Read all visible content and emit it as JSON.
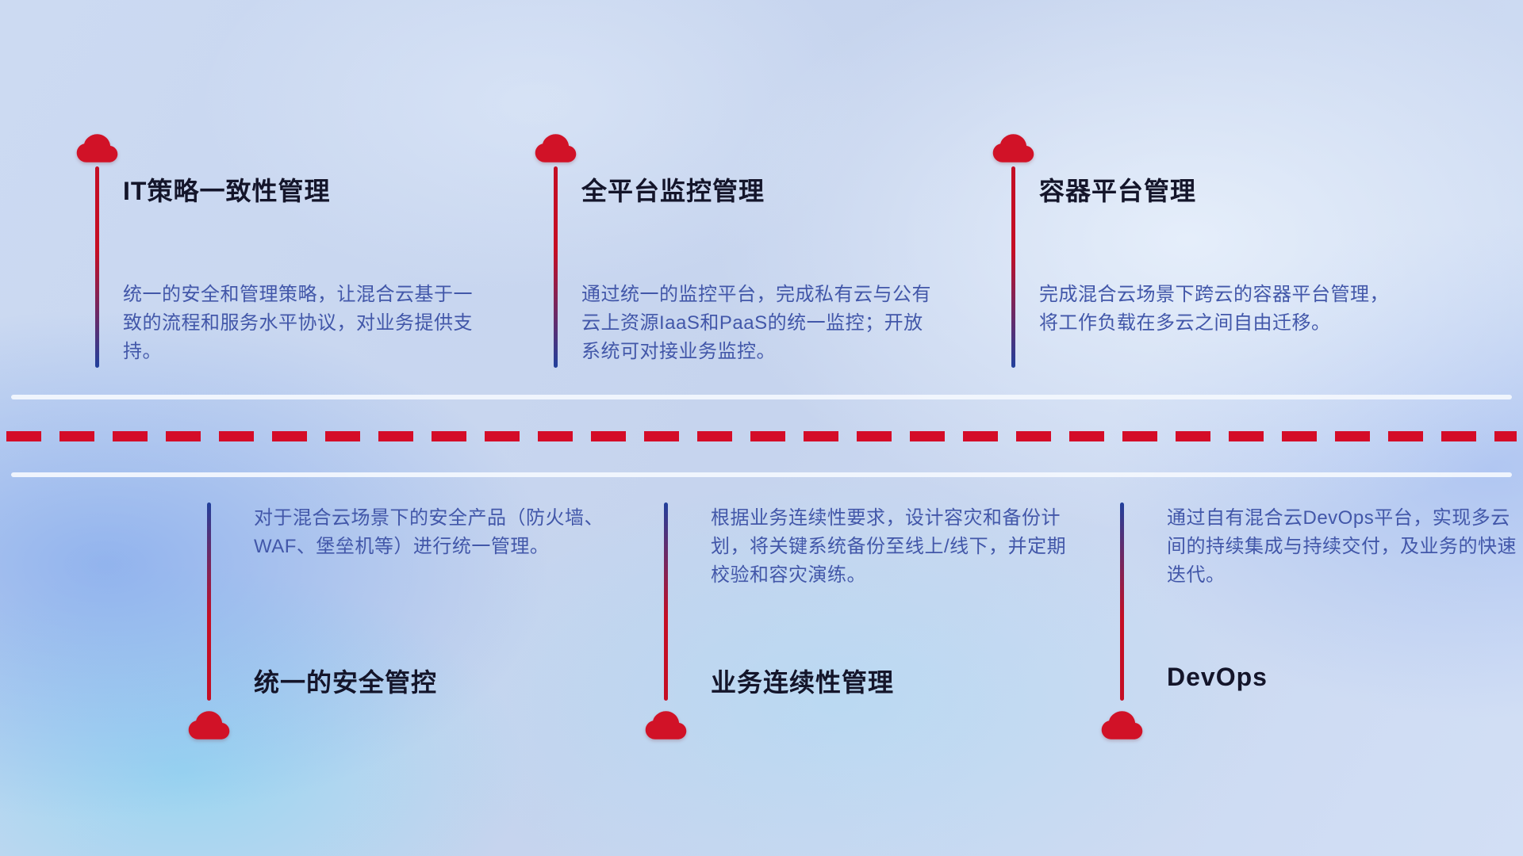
{
  "top_items": [
    {
      "title": "IT策略一致性管理",
      "description": "统一的安全和管理策略，让混合云基于一致的流程和服务水平协议，对业务提供支持。"
    },
    {
      "title": "全平台监控管理",
      "description": "通过统一的监控平台，完成私有云与公有云上资源IaaS和PaaS的统一监控；开放系统可对接业务监控。"
    },
    {
      "title": "容器平台管理",
      "description": "完成混合云场景下跨云的容器平台管理，将工作负载在多云之间自由迁移。"
    }
  ],
  "bottom_items": [
    {
      "title": "统一的安全管控",
      "description": "对于混合云场景下的安全产品（防火墙、WAF、堡垒机等）进行统一管理。"
    },
    {
      "title": "业务连续性管理",
      "description": "根据业务连续性要求，设计容灾和备份计划，将关键系统备份至线上/线下，并定期校验和容灾演练。"
    },
    {
      "title": "DevOps",
      "description": "通过自有混合云DevOps平台，实现多云间的持续集成与持续交付，及业务的快速迭代。"
    }
  ],
  "colors": {
    "cloud_red": "#d11227",
    "line_red": "#c50e24",
    "line_blue": "#21409c",
    "dash_red": "#d40c28",
    "divider_white": "#f2f7fd",
    "title_color": "#14152a",
    "desc_color": "#4257a9"
  }
}
